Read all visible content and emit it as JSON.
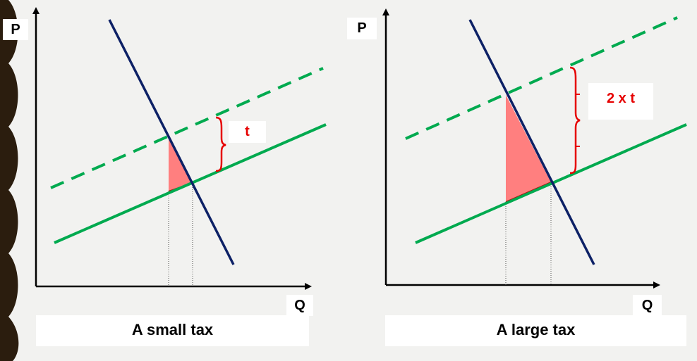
{
  "colors": {
    "background": "#f2f2f0",
    "border_dark": "#2b1d0e",
    "demand": "#0d2166",
    "supply": "#00aa4f",
    "tax_bracket": "#e60000",
    "deadweight_fill": "#ff7f7f"
  },
  "left_panel": {
    "y_axis_label": "P",
    "x_axis_label": "Q",
    "tax_label": "t",
    "caption": "A small tax"
  },
  "right_panel": {
    "y_axis_label": "P",
    "x_axis_label": "Q",
    "tax_label": "2 x t",
    "caption": "A large tax"
  }
}
